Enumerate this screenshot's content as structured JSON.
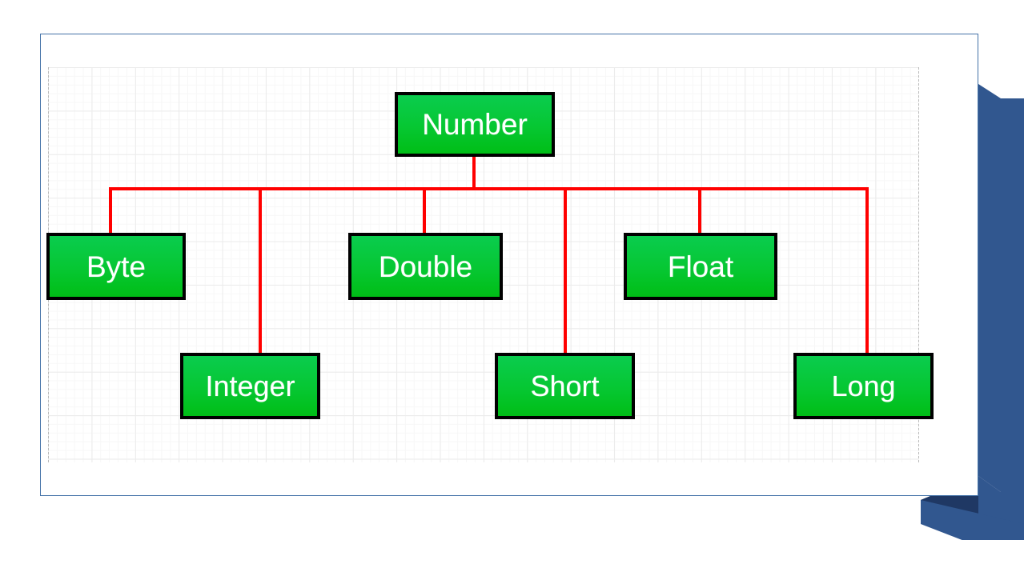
{
  "slide": {
    "background_color": "#FFFFFF",
    "frame_border_color": "#4472A8",
    "ribbon_color": "#31578F",
    "ribbon_fold_color": "#1F3864",
    "grid_major_color": "#EBEBEB",
    "grid_minor_color": "#F7F7F7"
  },
  "diagram": {
    "type": "hierarchy-tree",
    "node_fill_top": "#0ACC4E",
    "node_fill_bottom": "#00BE16",
    "node_border_color": "#000000",
    "node_text_color": "#FFFFFF",
    "connector_color": "#FF0000",
    "root": {
      "label": "Number"
    },
    "children": [
      {
        "label": "Byte"
      },
      {
        "label": "Integer"
      },
      {
        "label": "Double"
      },
      {
        "label": "Short"
      },
      {
        "label": "Float"
      },
      {
        "label": "Long"
      }
    ]
  }
}
